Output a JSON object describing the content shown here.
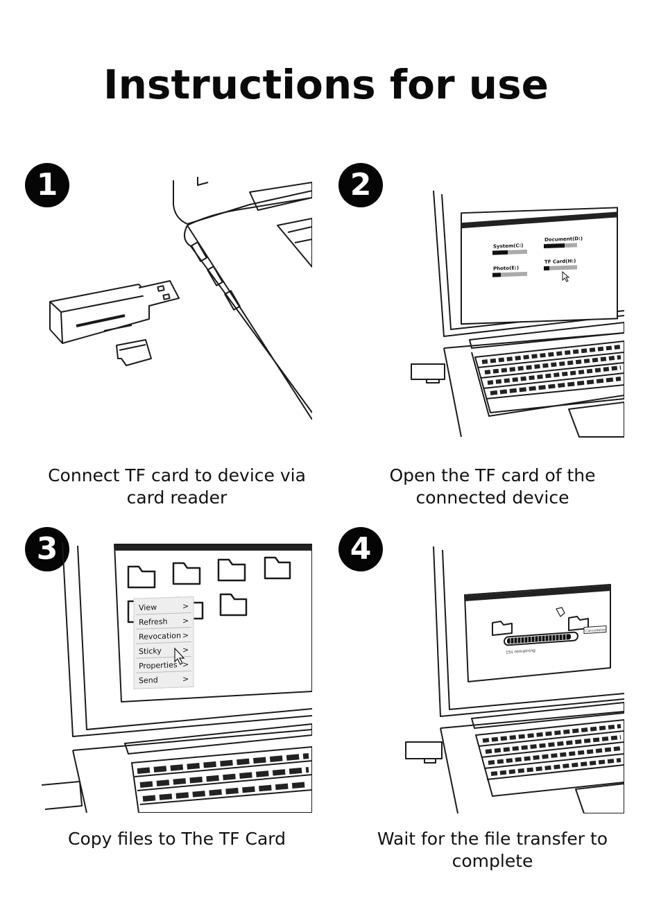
{
  "title": "Instructions for use",
  "steps": [
    {
      "number": "1",
      "caption_lines": [
        "Connect TF card to device via",
        "card reader"
      ]
    },
    {
      "number": "2",
      "caption_lines": [
        "Open the TF card of the",
        "connected device"
      ],
      "drives": [
        "System(C:)",
        "Document(D:)",
        "Photo(E:)",
        "TF Card(H:)"
      ]
    },
    {
      "number": "3",
      "caption_lines": [
        "Copy files to The TF Card"
      ],
      "menu_items": [
        "View",
        "Refresh",
        "Revocation",
        "Sticky",
        "Properties",
        "Send"
      ],
      "menu_arrow": ">"
    },
    {
      "number": "4",
      "caption_lines": [
        "Wait for the file transfer to",
        "complete"
      ],
      "remaining_text": "15s remaining",
      "cancel_label": "Cancellation"
    }
  ]
}
